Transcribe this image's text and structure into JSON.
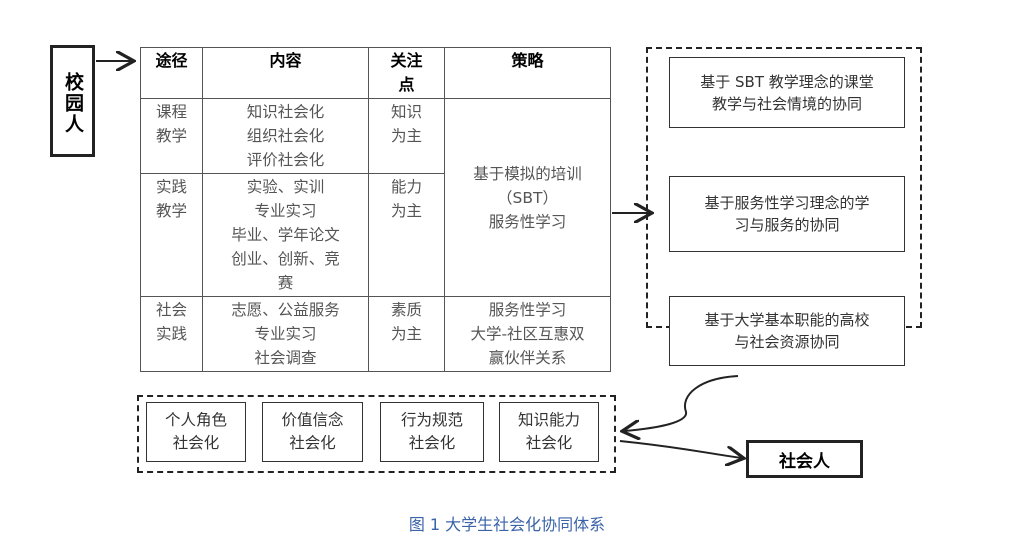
{
  "campus_person": "校园人",
  "social_person": "社会人",
  "table": {
    "headers": {
      "approach": "途径",
      "content": "内容",
      "focus_line1": "关注",
      "focus_line2": "点",
      "strategy": "策略"
    },
    "rows": [
      {
        "approach": [
          "课程",
          "教学"
        ],
        "content": [
          "知识社会化",
          "组织社会化",
          "评价社会化"
        ],
        "focus": [
          "知识",
          "为主"
        ]
      },
      {
        "approach": [
          "实践",
          "教学"
        ],
        "content": [
          "实验、实训",
          "专业实习",
          "毕业、学年论文",
          "创业、创新、竞",
          "赛"
        ],
        "focus": [
          "能力",
          "为主"
        ]
      },
      {
        "approach": [
          "社会",
          "实践"
        ],
        "content": [
          "志愿、公益服务",
          "专业实习",
          "社会调查"
        ],
        "focus": [
          "素质",
          "为主"
        ]
      }
    ],
    "strategy_merged": [
      "基于模拟的培训",
      "（SBT）",
      "服务性学习"
    ],
    "strategy_row3": [
      "服务性学习",
      "大学-社区互惠双",
      "赢伙伴关系"
    ]
  },
  "synergy_boxes": [
    [
      "基于 SBT 教学理念的课堂",
      "教学与社会情境的协同"
    ],
    [
      "基于服务性学习理念的学",
      "习与服务的协同"
    ],
    [
      "基于大学基本职能的高校",
      "与社会资源协同"
    ]
  ],
  "socialization_boxes": [
    [
      "个人角色",
      "社会化"
    ],
    [
      "价值信念",
      "社会化"
    ],
    [
      "行为规范",
      "社会化"
    ],
    [
      "知识能力",
      "社会化"
    ]
  ],
  "caption": "图 1 大学生社会化协同体系"
}
